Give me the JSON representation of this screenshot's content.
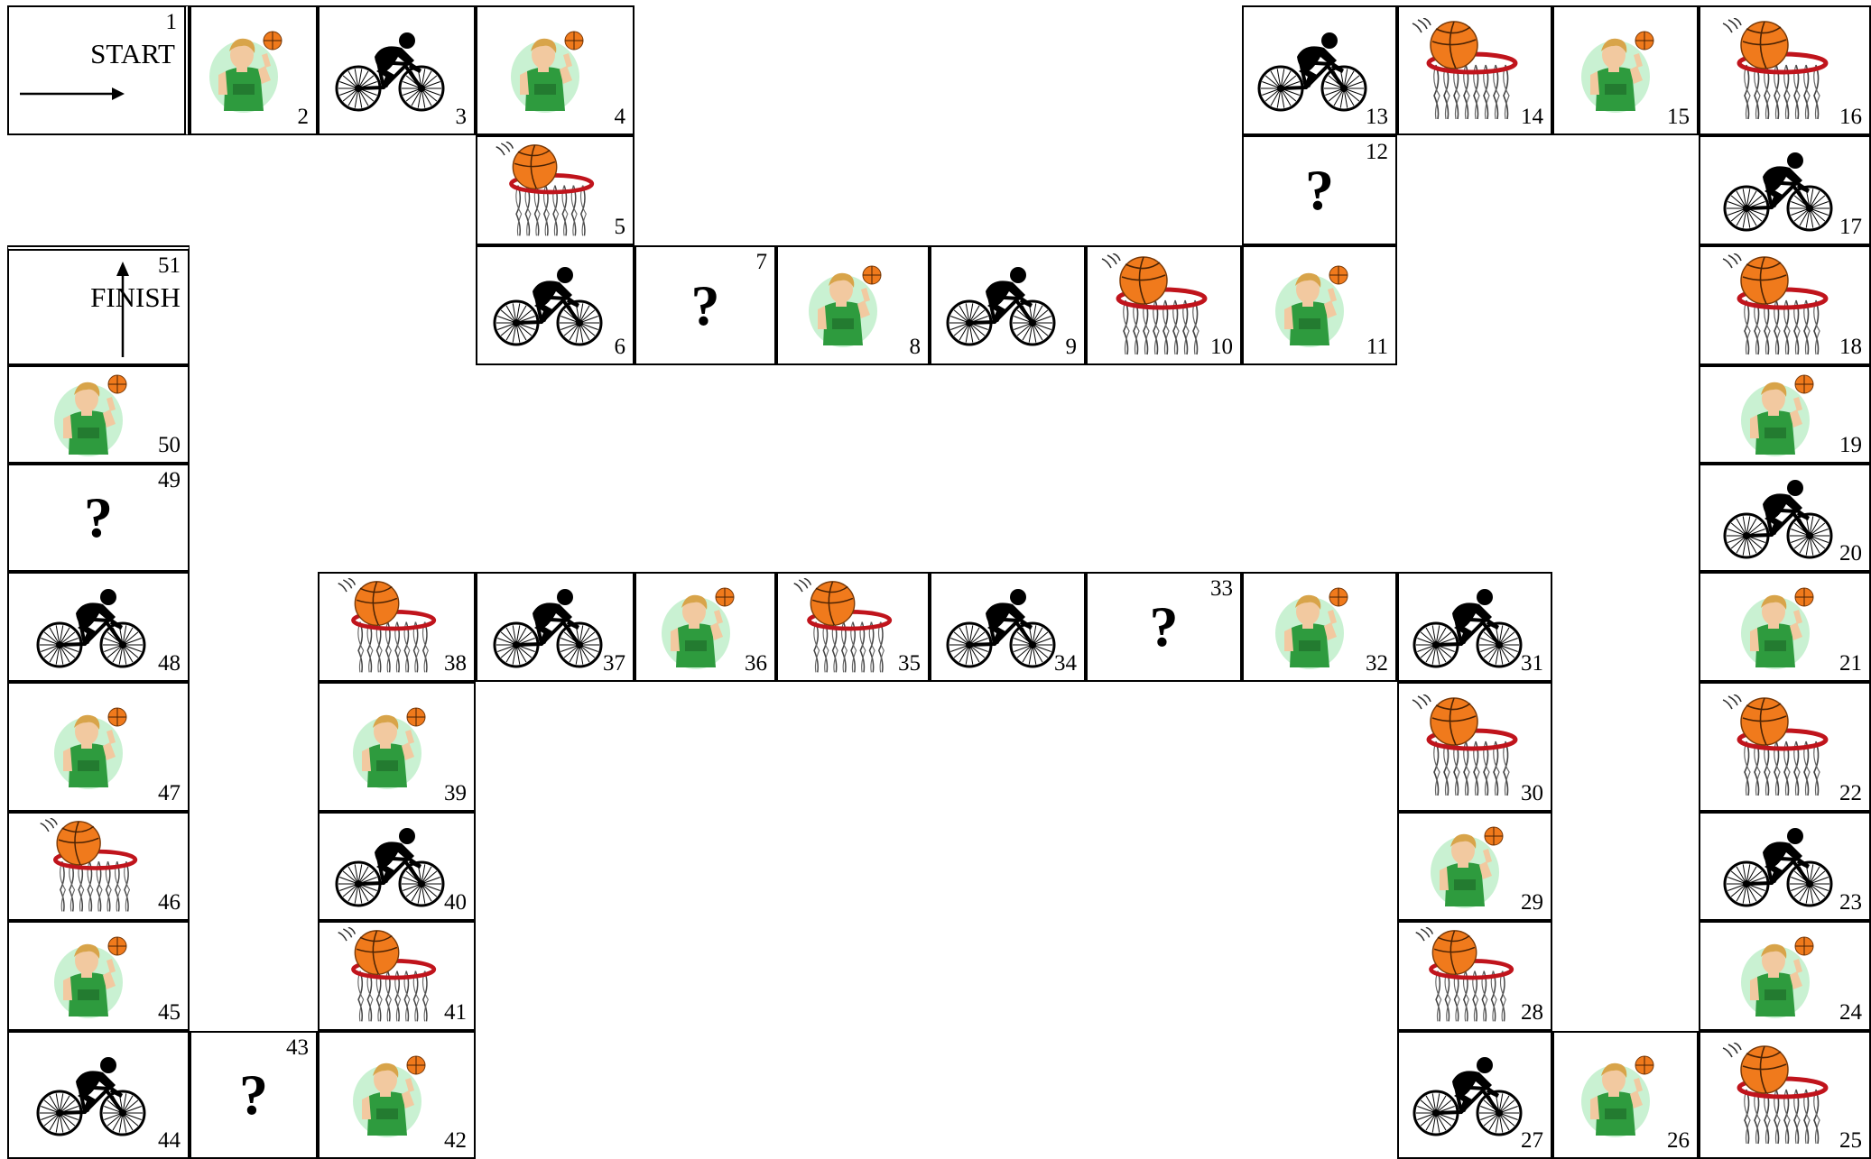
{
  "board": {
    "start_label": "START",
    "finish_label": "FINISH",
    "question_mark": "?",
    "colors": {
      "ball_orange": "#f07a1c",
      "hoop_red": "#c0141c",
      "jersey_green": "#2e9b3e",
      "glow_green": "#c9f1d2",
      "skin": "#f2c9a0",
      "hair": "#d8a44a",
      "line": "#000000"
    },
    "squares": [
      {
        "n": "1",
        "icon": "start"
      },
      {
        "n": "2",
        "icon": "basketball-player-icon"
      },
      {
        "n": "3",
        "icon": "cyclist-icon"
      },
      {
        "n": "4",
        "icon": "basketball-player-icon"
      },
      {
        "n": "5",
        "icon": "basketball-hoop-icon"
      },
      {
        "n": "6",
        "icon": "cyclist-icon"
      },
      {
        "n": "7",
        "icon": "question-mark"
      },
      {
        "n": "8",
        "icon": "basketball-player-icon"
      },
      {
        "n": "9",
        "icon": "cyclist-icon"
      },
      {
        "n": "10",
        "icon": "basketball-hoop-icon"
      },
      {
        "n": "11",
        "icon": "basketball-player-icon"
      },
      {
        "n": "12",
        "icon": "question-mark"
      },
      {
        "n": "13",
        "icon": "cyclist-icon"
      },
      {
        "n": "14",
        "icon": "basketball-hoop-icon"
      },
      {
        "n": "15",
        "icon": "basketball-player-icon"
      },
      {
        "n": "16",
        "icon": "basketball-hoop-icon"
      },
      {
        "n": "17",
        "icon": "cyclist-icon"
      },
      {
        "n": "18",
        "icon": "basketball-hoop-icon"
      },
      {
        "n": "19",
        "icon": "basketball-player-icon"
      },
      {
        "n": "20",
        "icon": "cyclist-icon"
      },
      {
        "n": "21",
        "icon": "basketball-player-icon"
      },
      {
        "n": "22",
        "icon": "basketball-hoop-icon"
      },
      {
        "n": "23",
        "icon": "cyclist-icon"
      },
      {
        "n": "24",
        "icon": "basketball-player-icon"
      },
      {
        "n": "25",
        "icon": "basketball-hoop-icon"
      },
      {
        "n": "26",
        "icon": "basketball-player-icon"
      },
      {
        "n": "27",
        "icon": "cyclist-icon"
      },
      {
        "n": "28",
        "icon": "basketball-hoop-icon"
      },
      {
        "n": "29",
        "icon": "basketball-player-icon"
      },
      {
        "n": "30",
        "icon": "basketball-hoop-icon"
      },
      {
        "n": "31",
        "icon": "cyclist-icon"
      },
      {
        "n": "32",
        "icon": "basketball-player-icon"
      },
      {
        "n": "33",
        "icon": "question-mark"
      },
      {
        "n": "34",
        "icon": "cyclist-icon"
      },
      {
        "n": "35",
        "icon": "basketball-hoop-icon"
      },
      {
        "n": "36",
        "icon": "basketball-player-icon"
      },
      {
        "n": "37",
        "icon": "cyclist-icon"
      },
      {
        "n": "38",
        "icon": "basketball-hoop-icon"
      },
      {
        "n": "39",
        "icon": "basketball-player-icon"
      },
      {
        "n": "40",
        "icon": "cyclist-icon"
      },
      {
        "n": "41",
        "icon": "basketball-hoop-icon"
      },
      {
        "n": "42",
        "icon": "basketball-player-icon"
      },
      {
        "n": "43",
        "icon": "question-mark"
      },
      {
        "n": "44",
        "icon": "cyclist-icon"
      },
      {
        "n": "45",
        "icon": "basketball-player-icon"
      },
      {
        "n": "46",
        "icon": "basketball-hoop-icon"
      },
      {
        "n": "47",
        "icon": "basketball-player-icon"
      },
      {
        "n": "48",
        "icon": "cyclist-icon"
      },
      {
        "n": "49",
        "icon": "question-mark"
      },
      {
        "n": "50",
        "icon": "basketball-player-icon"
      },
      {
        "n": "51",
        "icon": "finish"
      }
    ]
  }
}
